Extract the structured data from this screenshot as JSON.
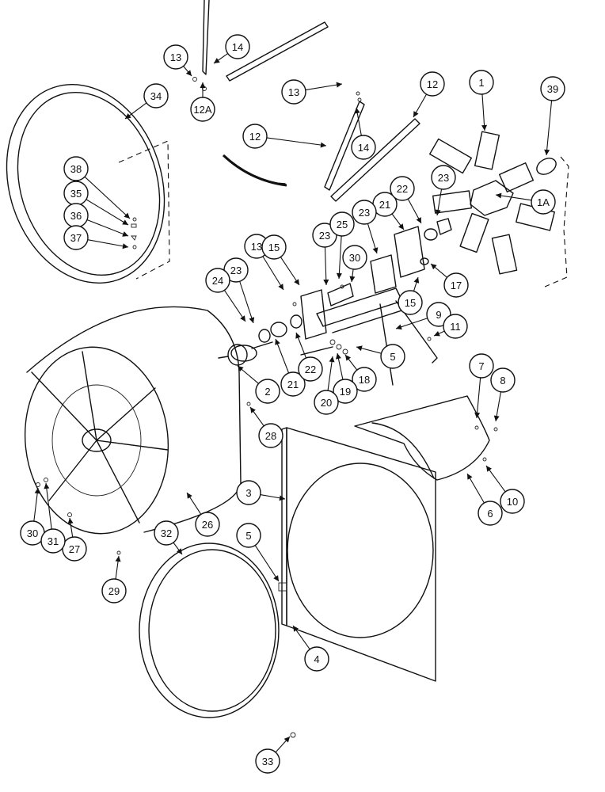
{
  "callouts": [
    {
      "id": "1",
      "label": "1"
    },
    {
      "id": "1A",
      "label": "1A"
    },
    {
      "id": "2",
      "label": "2"
    },
    {
      "id": "3",
      "label": "3"
    },
    {
      "id": "4",
      "label": "4"
    },
    {
      "id": "5a",
      "label": "5"
    },
    {
      "id": "5b",
      "label": "5"
    },
    {
      "id": "6",
      "label": "6"
    },
    {
      "id": "7",
      "label": "7"
    },
    {
      "id": "8",
      "label": "8"
    },
    {
      "id": "9",
      "label": "9"
    },
    {
      "id": "10",
      "label": "10"
    },
    {
      "id": "11",
      "label": "11"
    },
    {
      "id": "12a",
      "label": "12"
    },
    {
      "id": "12b",
      "label": "12"
    },
    {
      "id": "12A",
      "label": "12A"
    },
    {
      "id": "13a",
      "label": "13"
    },
    {
      "id": "13b",
      "label": "13"
    },
    {
      "id": "13c",
      "label": "13"
    },
    {
      "id": "14a",
      "label": "14"
    },
    {
      "id": "14b",
      "label": "14"
    },
    {
      "id": "15a",
      "label": "15"
    },
    {
      "id": "15b",
      "label": "15"
    },
    {
      "id": "17",
      "label": "17"
    },
    {
      "id": "18",
      "label": "18"
    },
    {
      "id": "19",
      "label": "19"
    },
    {
      "id": "20",
      "label": "20"
    },
    {
      "id": "21a",
      "label": "21"
    },
    {
      "id": "21b",
      "label": "21"
    },
    {
      "id": "22a",
      "label": "22"
    },
    {
      "id": "22b",
      "label": "22"
    },
    {
      "id": "23a",
      "label": "23"
    },
    {
      "id": "23b",
      "label": "23"
    },
    {
      "id": "23c",
      "label": "23"
    },
    {
      "id": "23d",
      "label": "23"
    },
    {
      "id": "24",
      "label": "24"
    },
    {
      "id": "25",
      "label": "25"
    },
    {
      "id": "26",
      "label": "26"
    },
    {
      "id": "27",
      "label": "27"
    },
    {
      "id": "28",
      "label": "28"
    },
    {
      "id": "29",
      "label": "29"
    },
    {
      "id": "30a",
      "label": "30"
    },
    {
      "id": "30b",
      "label": "30"
    },
    {
      "id": "31",
      "label": "31"
    },
    {
      "id": "32",
      "label": "32"
    },
    {
      "id": "33",
      "label": "33"
    },
    {
      "id": "34",
      "label": "34"
    },
    {
      "id": "35",
      "label": "35"
    },
    {
      "id": "36",
      "label": "36"
    },
    {
      "id": "37",
      "label": "37"
    },
    {
      "id": "38",
      "label": "38"
    },
    {
      "id": "39",
      "label": "39"
    }
  ]
}
